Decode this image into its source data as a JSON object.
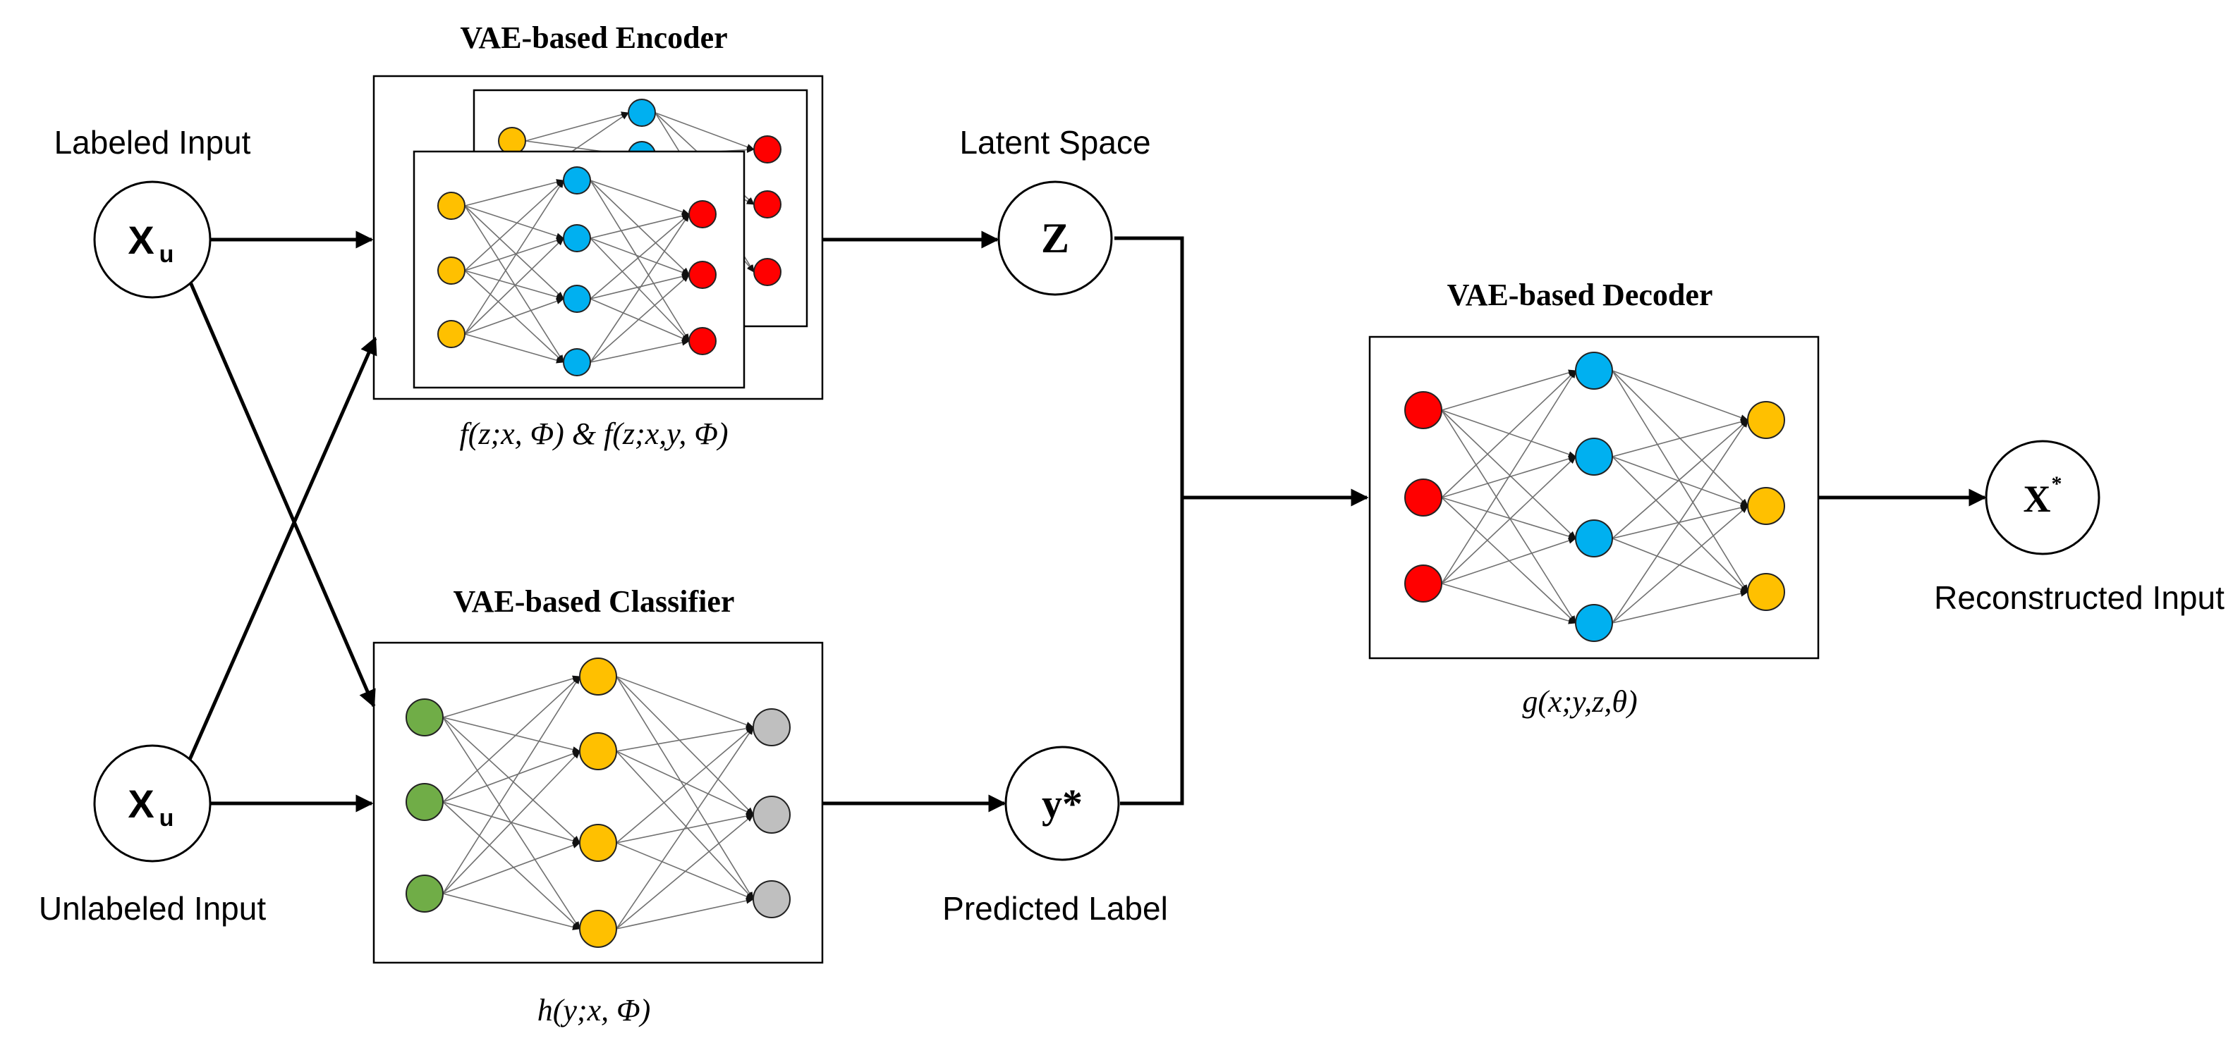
{
  "labels": {
    "labeled_input": "Labeled Input",
    "unlabeled_input": "Unlabeled Input",
    "latent_space": "Latent Space",
    "predicted_label": "Predicted Label",
    "reconstructed_input": "Reconstructed Input"
  },
  "blocks": {
    "encoder": {
      "title": "VAE-based Encoder",
      "formula": "f(z;x, Φ) & f(z;x,y, Φ)"
    },
    "classifier": {
      "title": "VAE-based Classifier",
      "formula": "h(y;x, Φ)"
    },
    "decoder": {
      "title": "VAE-based Decoder",
      "formula": "g(x;y,z,θ)"
    }
  },
  "nodes": {
    "labeled_x": {
      "main": "X",
      "sub": "u"
    },
    "unlabeled_x": {
      "main": "X",
      "sub": "u"
    },
    "latent_z": "Z",
    "predicted_y": "y*",
    "reconstructed_x": {
      "main": "X",
      "sup": "*"
    }
  },
  "colors": {
    "yellow": "#FFC000",
    "blue": "#00B0F0",
    "red": "#FF0000",
    "green": "#70AD47",
    "gray": "#BFBFBF"
  }
}
